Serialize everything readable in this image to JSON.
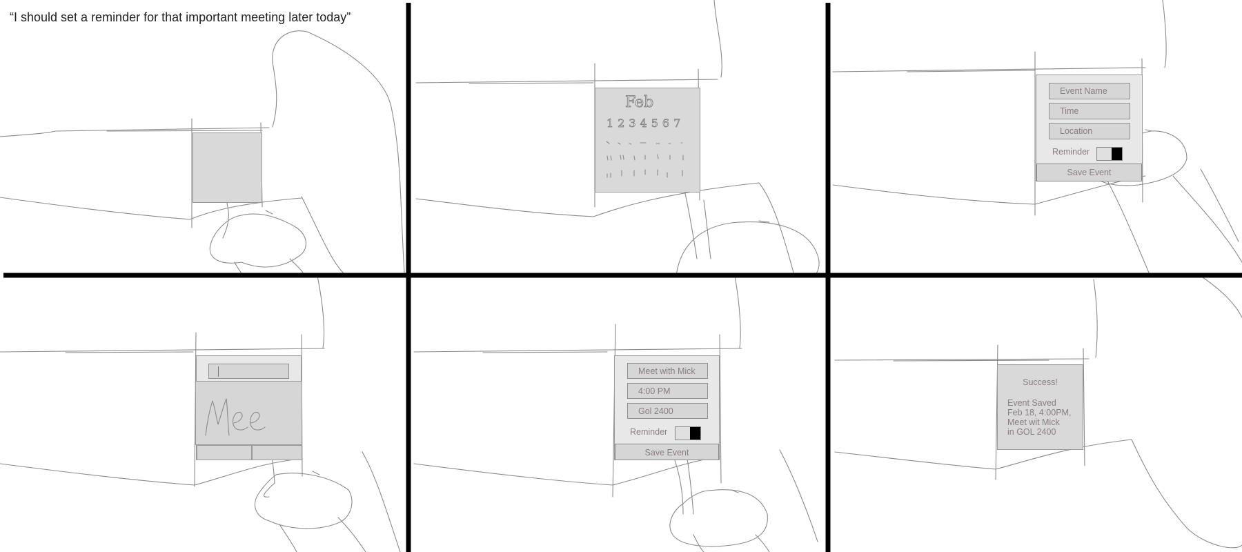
{
  "caption": "“I should set a reminder for that important meeting later today”",
  "panel3": {
    "fields": [
      "Event Name",
      "Time",
      "Location"
    ],
    "reminder_label": "Reminder",
    "save_label": "Save Event"
  },
  "panel5": {
    "fields": [
      "Meet with Mick",
      "4:00 PM",
      "Gol 2400"
    ],
    "reminder_label": "Reminder",
    "save_label": "Save Event"
  },
  "panel6": {
    "title": "Success!",
    "lines": [
      "Event Saved",
      "Feb 18, 4:00PM,",
      "Meet wit Mick",
      "in GOL 2400"
    ]
  },
  "sketch_colors": {
    "ink": "#8a8a8a",
    "screen": "#d9d9d9",
    "text": "#8c7d7d",
    "frame": "#000000"
  }
}
